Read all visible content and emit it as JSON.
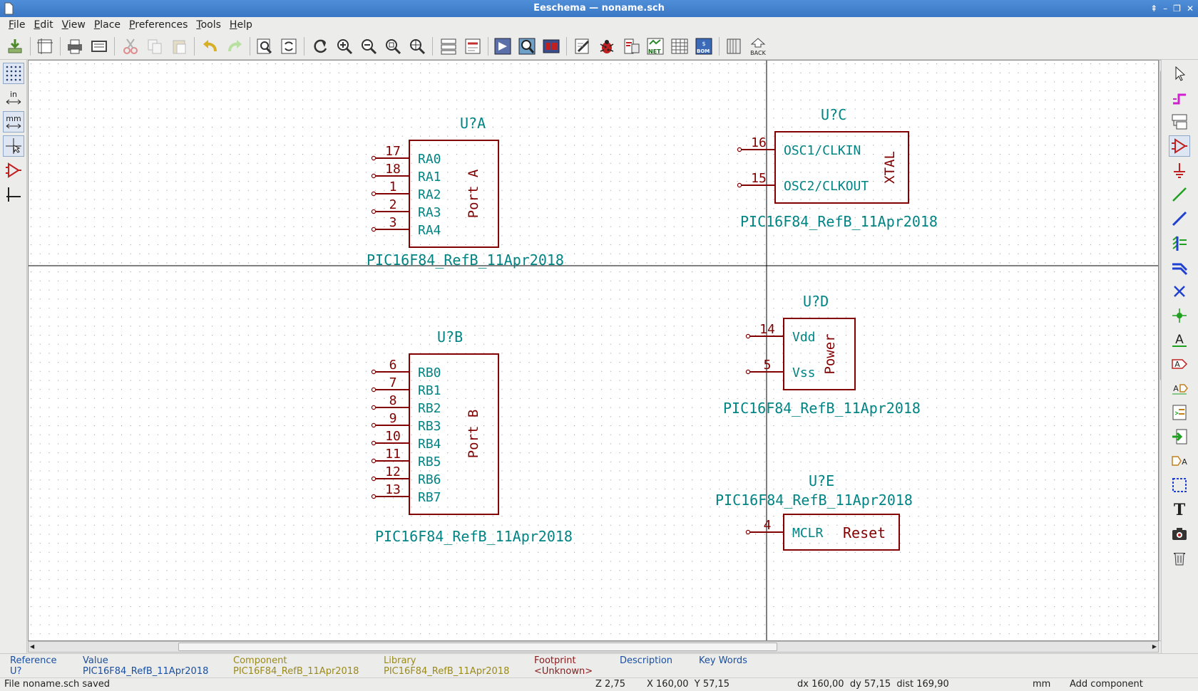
{
  "window": {
    "title": "Eeschema — noname.sch",
    "controls": [
      "⇞",
      "–",
      "❐",
      "✕"
    ]
  },
  "menu": [
    {
      "label": "File",
      "accel": "F",
      "rest": "ile"
    },
    {
      "label": "Edit",
      "accel": "E",
      "rest": "dit"
    },
    {
      "label": "View",
      "accel": "V",
      "rest": "iew"
    },
    {
      "label": "Place",
      "accel": "P",
      "rest": "lace"
    },
    {
      "label": "Preferences",
      "accel": "P",
      "rest": "references"
    },
    {
      "label": "Tools",
      "accel": "T",
      "rest": "ools"
    },
    {
      "label": "Help",
      "accel": "H",
      "rest": "elp"
    }
  ],
  "toolbar": {
    "back_label": "BACK",
    "net_label": "NET",
    "bom_label": "BOM"
  },
  "left_toolbar": {
    "inch_label": "in",
    "mm_label": "mm"
  },
  "colors": {
    "component_body": "#840000",
    "component_text": "#008484",
    "grid_dot": "#9a9a9a",
    "crosshair": "#000000"
  },
  "schematic": {
    "units": [
      {
        "reference": "U?A",
        "value": "PIC16F84_RefB_11Apr2018",
        "body_label": "Port A",
        "pins": [
          {
            "number": "17",
            "name": "RA0"
          },
          {
            "number": "18",
            "name": "RA1"
          },
          {
            "number": "1",
            "name": "RA2"
          },
          {
            "number": "2",
            "name": "RA3"
          },
          {
            "number": "3",
            "name": "RA4"
          }
        ]
      },
      {
        "reference": "U?B",
        "value": "PIC16F84_RefB_11Apr2018",
        "body_label": "Port B",
        "pins": [
          {
            "number": "6",
            "name": "RB0"
          },
          {
            "number": "7",
            "name": "RB1"
          },
          {
            "number": "8",
            "name": "RB2"
          },
          {
            "number": "9",
            "name": "RB3"
          },
          {
            "number": "10",
            "name": "RB4"
          },
          {
            "number": "11",
            "name": "RB5"
          },
          {
            "number": "12",
            "name": "RB6"
          },
          {
            "number": "13",
            "name": "RB7"
          }
        ]
      },
      {
        "reference": "U?C",
        "value": "PIC16F84_RefB_11Apr2018",
        "body_label": "XTAL",
        "pins": [
          {
            "number": "16",
            "name": "OSC1/CLKIN"
          },
          {
            "number": "15",
            "name": "OSC2/CLKOUT"
          }
        ]
      },
      {
        "reference": "U?D",
        "value": "PIC16F84_RefB_11Apr2018",
        "body_label": "Power",
        "pins": [
          {
            "number": "14",
            "name": "Vdd"
          },
          {
            "number": "5",
            "name": "Vss"
          }
        ]
      },
      {
        "reference": "U?E",
        "value": "PIC16F84_RefB_11Apr2018",
        "body_label": "Reset",
        "pins": [
          {
            "number": "4",
            "name": "MCLR"
          }
        ]
      }
    ]
  },
  "message_panel": [
    {
      "label": "Reference",
      "value": "U?",
      "color": "#1a4fa0"
    },
    {
      "label": "Value",
      "value": "PIC16F84_RefB_11Apr2018",
      "color": "#1a4fa0"
    },
    {
      "label": "Component",
      "value": "PIC16F84_RefB_11Apr2018",
      "color": "#9a8a1a"
    },
    {
      "label": "Library",
      "value": "PIC16F84_RefB_11Apr2018",
      "color": "#9a8a1a"
    },
    {
      "label": "Footprint",
      "value": "<Unknown>",
      "color": "#8a1a1a"
    },
    {
      "label": "Description",
      "value": "",
      "color": "#1a4fa0"
    },
    {
      "label": "Key Words",
      "value": "",
      "color": "#1a4fa0"
    }
  ],
  "status": {
    "message": "File noname.sch saved",
    "zoom": "Z 2,75",
    "coords": "X 160,00  Y 57,15",
    "delta": "dx 160,00  dy 57,15  dist 169,90",
    "units": "mm",
    "mode": "Add component"
  }
}
